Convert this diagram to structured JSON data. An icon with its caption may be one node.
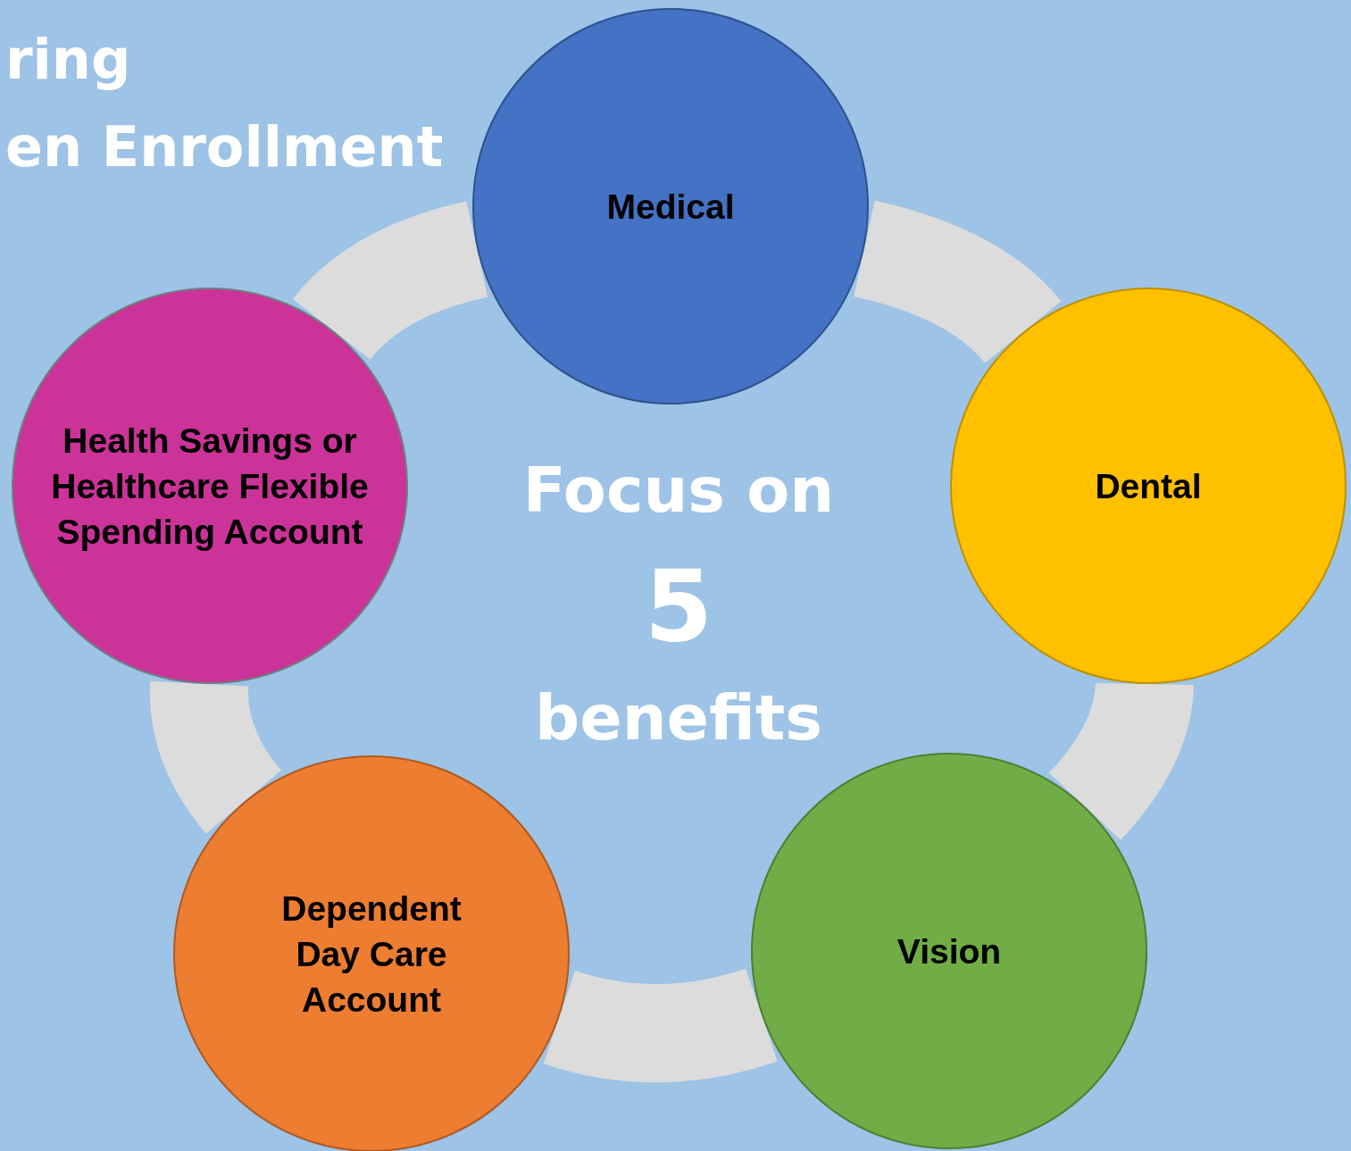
{
  "diagram": {
    "nodes": [
      {
        "text": [
          "Medical"
        ]
      },
      {
        "text": [
          "Dental"
        ]
      },
      {
        "text": [
          "Vision"
        ]
      },
      {
        "text": [
          "Dependent Day Care Account"
        ]
      },
      {
        "text": [
          "Health Savings or Healthcare Flexible Spending Account"
        ]
      }
    ],
    "edges": [
      {
        "from": 0,
        "to": 1,
        "arrow": "none"
      },
      {
        "from": 1,
        "to": 2,
        "arrow": "none"
      },
      {
        "from": 2,
        "to": 3,
        "arrow": "none"
      },
      {
        "from": 3,
        "to": 4,
        "arrow": "none"
      },
      {
        "from": 4,
        "to": 0,
        "arrow": "none"
      }
    ],
    "labels": [
      "ring",
      "en Enrollment",
      "Focus on",
      "5",
      "benefits"
    ]
  }
}
